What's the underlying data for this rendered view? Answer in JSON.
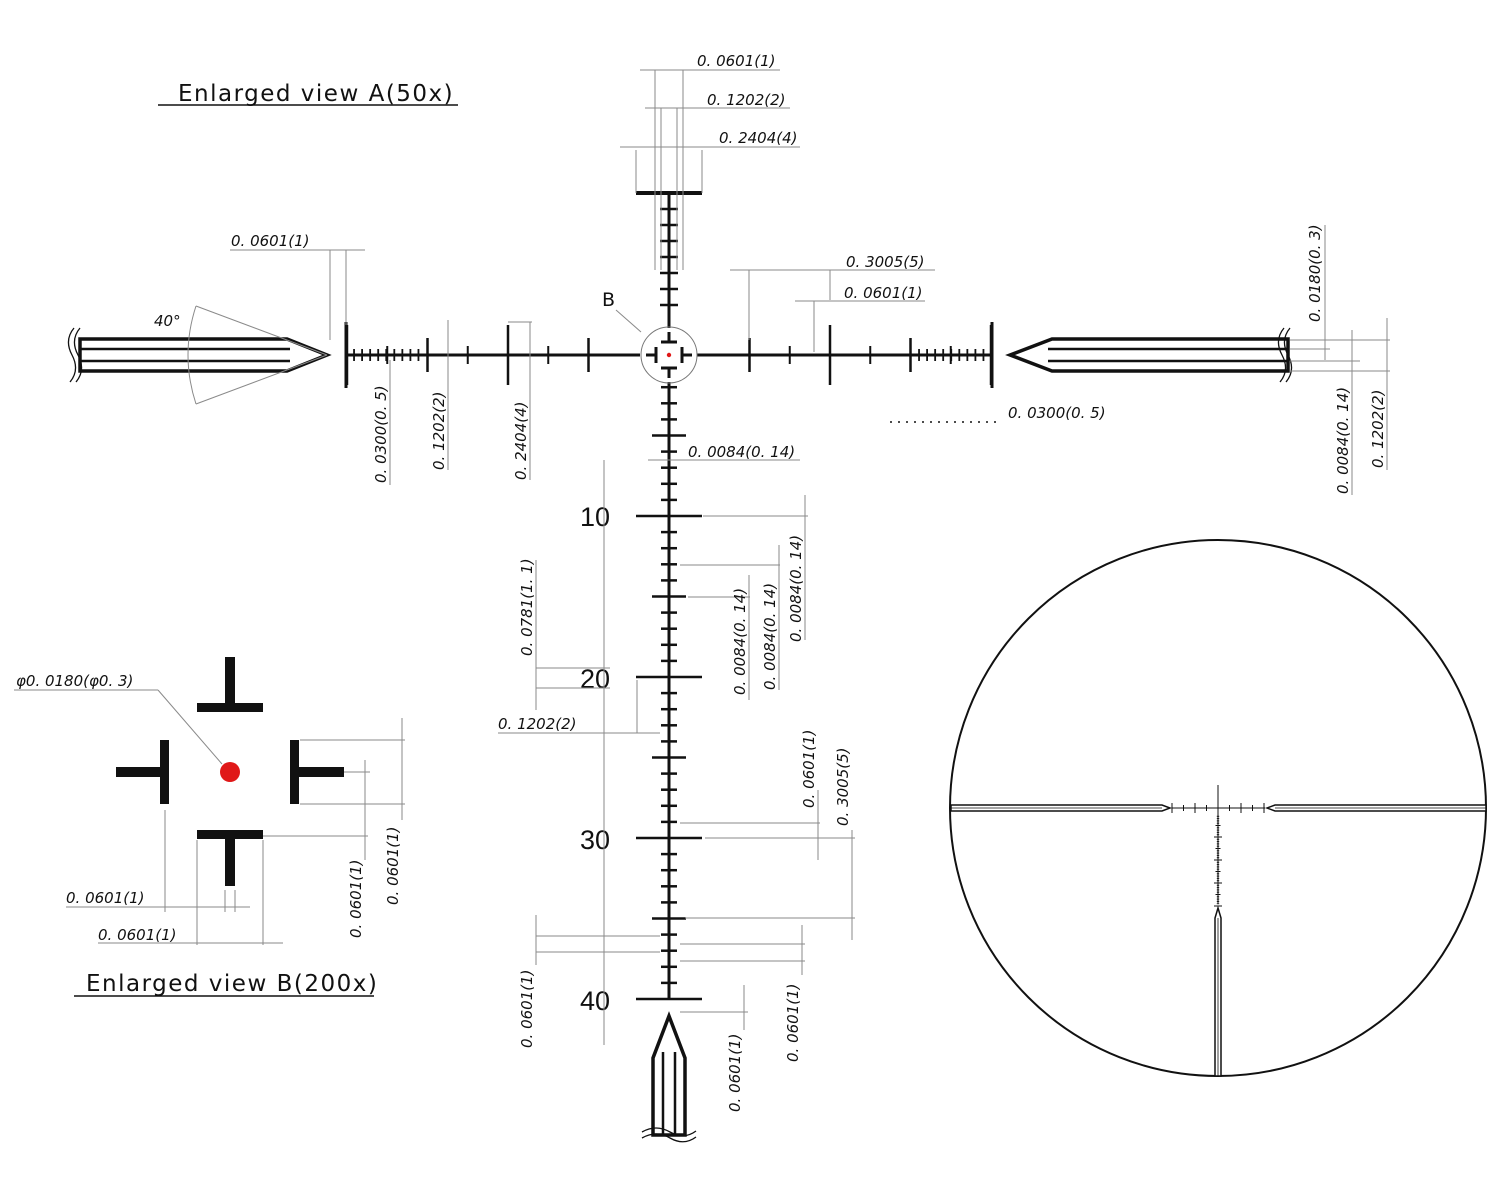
{
  "colors": {
    "ink": "#111111",
    "dim_line": "#8a8a8a",
    "red_dot": "#e01818"
  },
  "titles": {
    "view_a": "Enlarged view A(50x)",
    "view_b": "Enlarged view B(200x)"
  },
  "marker_b": "B",
  "angle_label": "40°",
  "scale_numbers": [
    "10",
    "20",
    "30",
    "40"
  ],
  "top_dims": [
    "0. 0601(1)",
    "0. 1202(2)",
    "0. 2404(4)"
  ],
  "left_dims": {
    "post_width": "0. 0601(1)",
    "v1": "0. 0300(0. 5)",
    "v2": "0. 1202(2)",
    "v3": "0. 2404(4)"
  },
  "right_dims": {
    "r1": "0. 3005(5)",
    "r2": "0. 0601(1)",
    "r3": "0. 0300(0. 5)",
    "far1": "0. 0180(0. 3)",
    "far2": "0. 0084(0. 14)",
    "far3": "0. 1202(2)"
  },
  "vert_dims": {
    "d1": "0. 0084(0. 14)",
    "d2": "0. 0781(1. 1)",
    "d3": "0. 1202(2)",
    "d4": "0. 0084(0. 14)",
    "d5": "0. 0084(0. 14)",
    "d6": "0. 0084(0. 14)",
    "d7": "0. 0601(1)",
    "d8": "0. 3005(5)",
    "d9": "0. 0601(1)",
    "d10": "0. 0601(1)",
    "d11": "0. 0601(1)"
  },
  "view_b_dims": {
    "dot": "φ0. 0180(φ0. 3)",
    "h1": "0. 0601(1)",
    "h2": "0. 0601(1)",
    "v1": "0. 0601(1)",
    "v2": "0. 0601(1)"
  }
}
